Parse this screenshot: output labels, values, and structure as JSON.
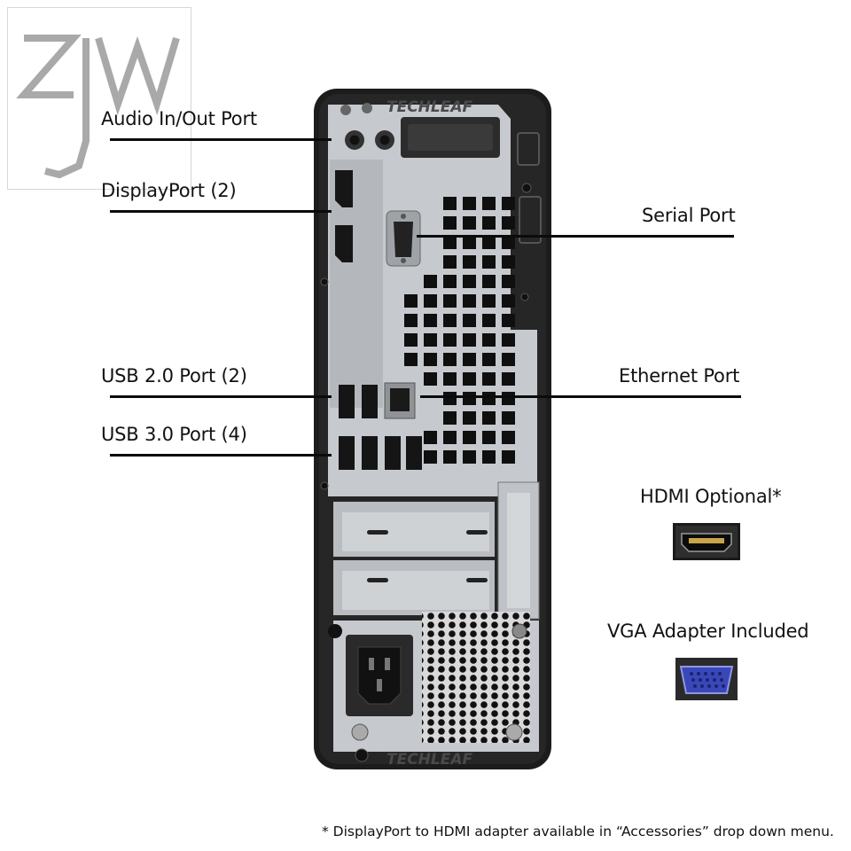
{
  "logo_text": "ZJW",
  "brand_watermark": "TECHLEAF",
  "labels": {
    "audio": "Audio In/Out Port",
    "displayport": "DisplayPort (2)",
    "serial": "Serial Port",
    "usb2": "USB 2.0 Port (2)",
    "ethernet": "Ethernet Port",
    "usb3": "USB 3.0 Port (4)",
    "hdmi": "HDMI Optional*",
    "vga": "VGA Adapter Included"
  },
  "footnote": "*  DisplayPort to HDMI adapter available in “Accessories” drop down menu.",
  "colors": {
    "chassis": "#1c1c1c",
    "plate": "#c4c7cb",
    "vga_blue": "#3a47b8"
  }
}
